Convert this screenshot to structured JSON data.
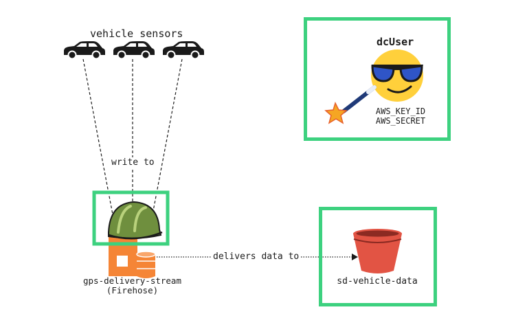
{
  "sensors": {
    "label": "vehicle sensors",
    "car_icon": "car-icon",
    "count": 3
  },
  "edges": {
    "write_label": "write to",
    "deliver_label": "delivers data to"
  },
  "stream": {
    "name": "gps-delivery-stream",
    "type": "(Firehose)",
    "icon": "firehose-icon",
    "overlay_icon": "hardhat-icon"
  },
  "bucket": {
    "name": "sd-vehicle-data",
    "icon": "s3-bucket-icon"
  },
  "user": {
    "name": "dcUser",
    "key_id": "AWS_KEY_ID",
    "secret": "AWS_SECRET",
    "icon": "sunglasses-emoji-icon",
    "wand_icon": "magic-wand-icon"
  },
  "colors": {
    "highlight": "#3dd17f",
    "firehose": "#f58536",
    "bucket": "#e25444",
    "hardhat": "#6f8f3e",
    "emoji": "#ffd03b"
  }
}
